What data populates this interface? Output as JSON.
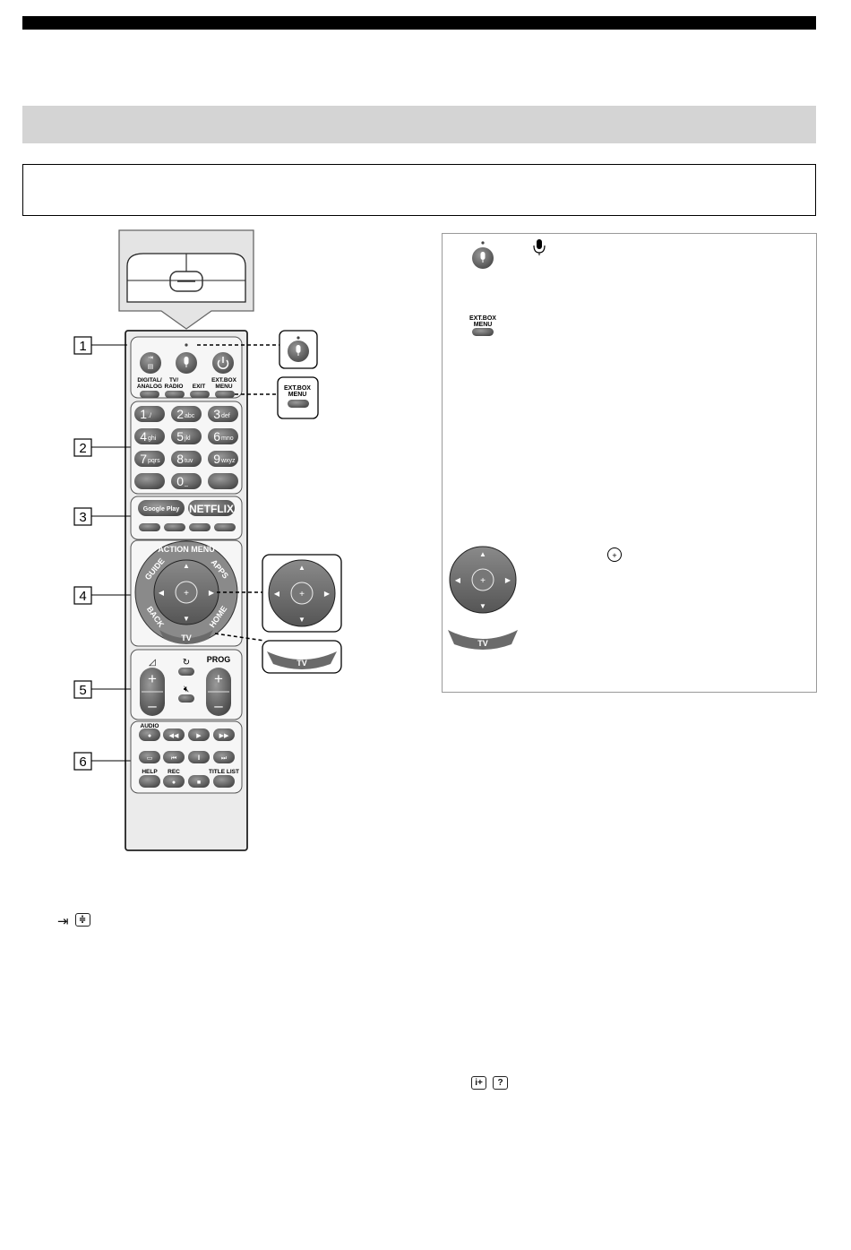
{
  "remote": {
    "section_numbers": [
      "1",
      "2",
      "3",
      "4",
      "5",
      "6"
    ],
    "top_buttons": {
      "digital_analog": "DIGITAL/\nANALOG",
      "tv_radio": "TV/\nRADIO",
      "exit": "EXIT",
      "ext_box_menu": "EXT.BOX\nMENU"
    },
    "numpad": [
      {
        "digit": "1",
        "sub": "./"
      },
      {
        "digit": "2",
        "sub": "abc"
      },
      {
        "digit": "3",
        "sub": "def"
      },
      {
        "digit": "4",
        "sub": "ghi"
      },
      {
        "digit": "5",
        "sub": "jkl"
      },
      {
        "digit": "6",
        "sub": "mno"
      },
      {
        "digit": "7",
        "sub": "pqrs"
      },
      {
        "digit": "8",
        "sub": "tuv"
      },
      {
        "digit": "9",
        "sub": "wxyz"
      },
      {
        "digit": "",
        "sub": ""
      },
      {
        "digit": "0",
        "sub": "_"
      },
      {
        "digit": "",
        "sub": ""
      }
    ],
    "google_play": "Google Play",
    "netflix": "NETFLIX",
    "ring_labels": {
      "guide": "GUIDE",
      "action_menu": "ACTION MENU",
      "apps": "APPS",
      "back": "BACK",
      "home": "HOME",
      "tv": "TV"
    },
    "volume_prog": {
      "prog": "PROG"
    },
    "playback": {
      "audio": "AUDIO",
      "help": "HELP",
      "rec": "REC",
      "title_list": "TITLE LIST"
    }
  },
  "callouts": {
    "ext_box_menu": "EXT.BOX\nMENU",
    "tv": "TV"
  },
  "side_panel": {
    "ext_box_menu": "EXT.BOX\nMENU",
    "tv": "TV"
  },
  "icons": [
    "microphone-icon",
    "input-icon",
    "text-icon",
    "power-icon",
    "info-icon",
    "help-icon",
    "mute-icon",
    "jump-icon",
    "volume-icon",
    "center-select-icon"
  ]
}
